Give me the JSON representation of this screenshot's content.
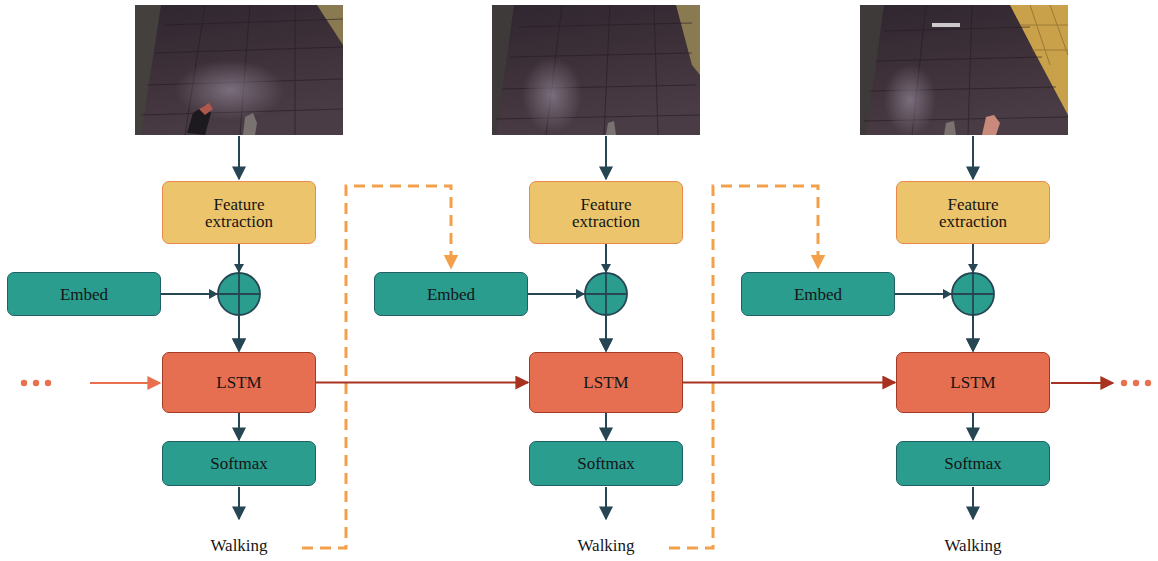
{
  "diagram": {
    "nodes": [
      {
        "text": [
          "Feature extraction"
        ]
      },
      {
        "text": [
          "Embed"
        ]
      },
      {
        "text": [
          "LSTM"
        ]
      },
      {
        "text": [
          "Softmax"
        ]
      },
      {
        "text": [
          "Feature extraction"
        ]
      },
      {
        "text": [
          "Embed"
        ]
      },
      {
        "text": [
          "LSTM"
        ]
      },
      {
        "text": [
          "Softmax"
        ]
      },
      {
        "text": [
          "Feature extraction"
        ]
      },
      {
        "text": [
          "Embed"
        ]
      },
      {
        "text": [
          "LSTM"
        ]
      },
      {
        "text": [
          "Softmax"
        ]
      }
    ],
    "edges": [
      {
        "from": 0,
        "to": 2,
        "arrow": "to"
      },
      {
        "from": 1,
        "to": 2,
        "arrow": "to"
      },
      {
        "from": 2,
        "to": 3,
        "arrow": "to"
      },
      {
        "from": 2,
        "to": 6,
        "arrow": "to"
      },
      {
        "from": 4,
        "to": 6,
        "arrow": "to"
      },
      {
        "from": 5,
        "to": 6,
        "arrow": "to"
      },
      {
        "from": 6,
        "to": 7,
        "arrow": "to"
      },
      {
        "from": 6,
        "to": 10,
        "arrow": "to"
      },
      {
        "from": 8,
        "to": 10,
        "arrow": "to"
      },
      {
        "from": 9,
        "to": 10,
        "arrow": "to"
      },
      {
        "from": 10,
        "to": 11,
        "arrow": "to"
      }
    ],
    "labels": [
      "Walking",
      "Walking",
      "Walking"
    ]
  }
}
